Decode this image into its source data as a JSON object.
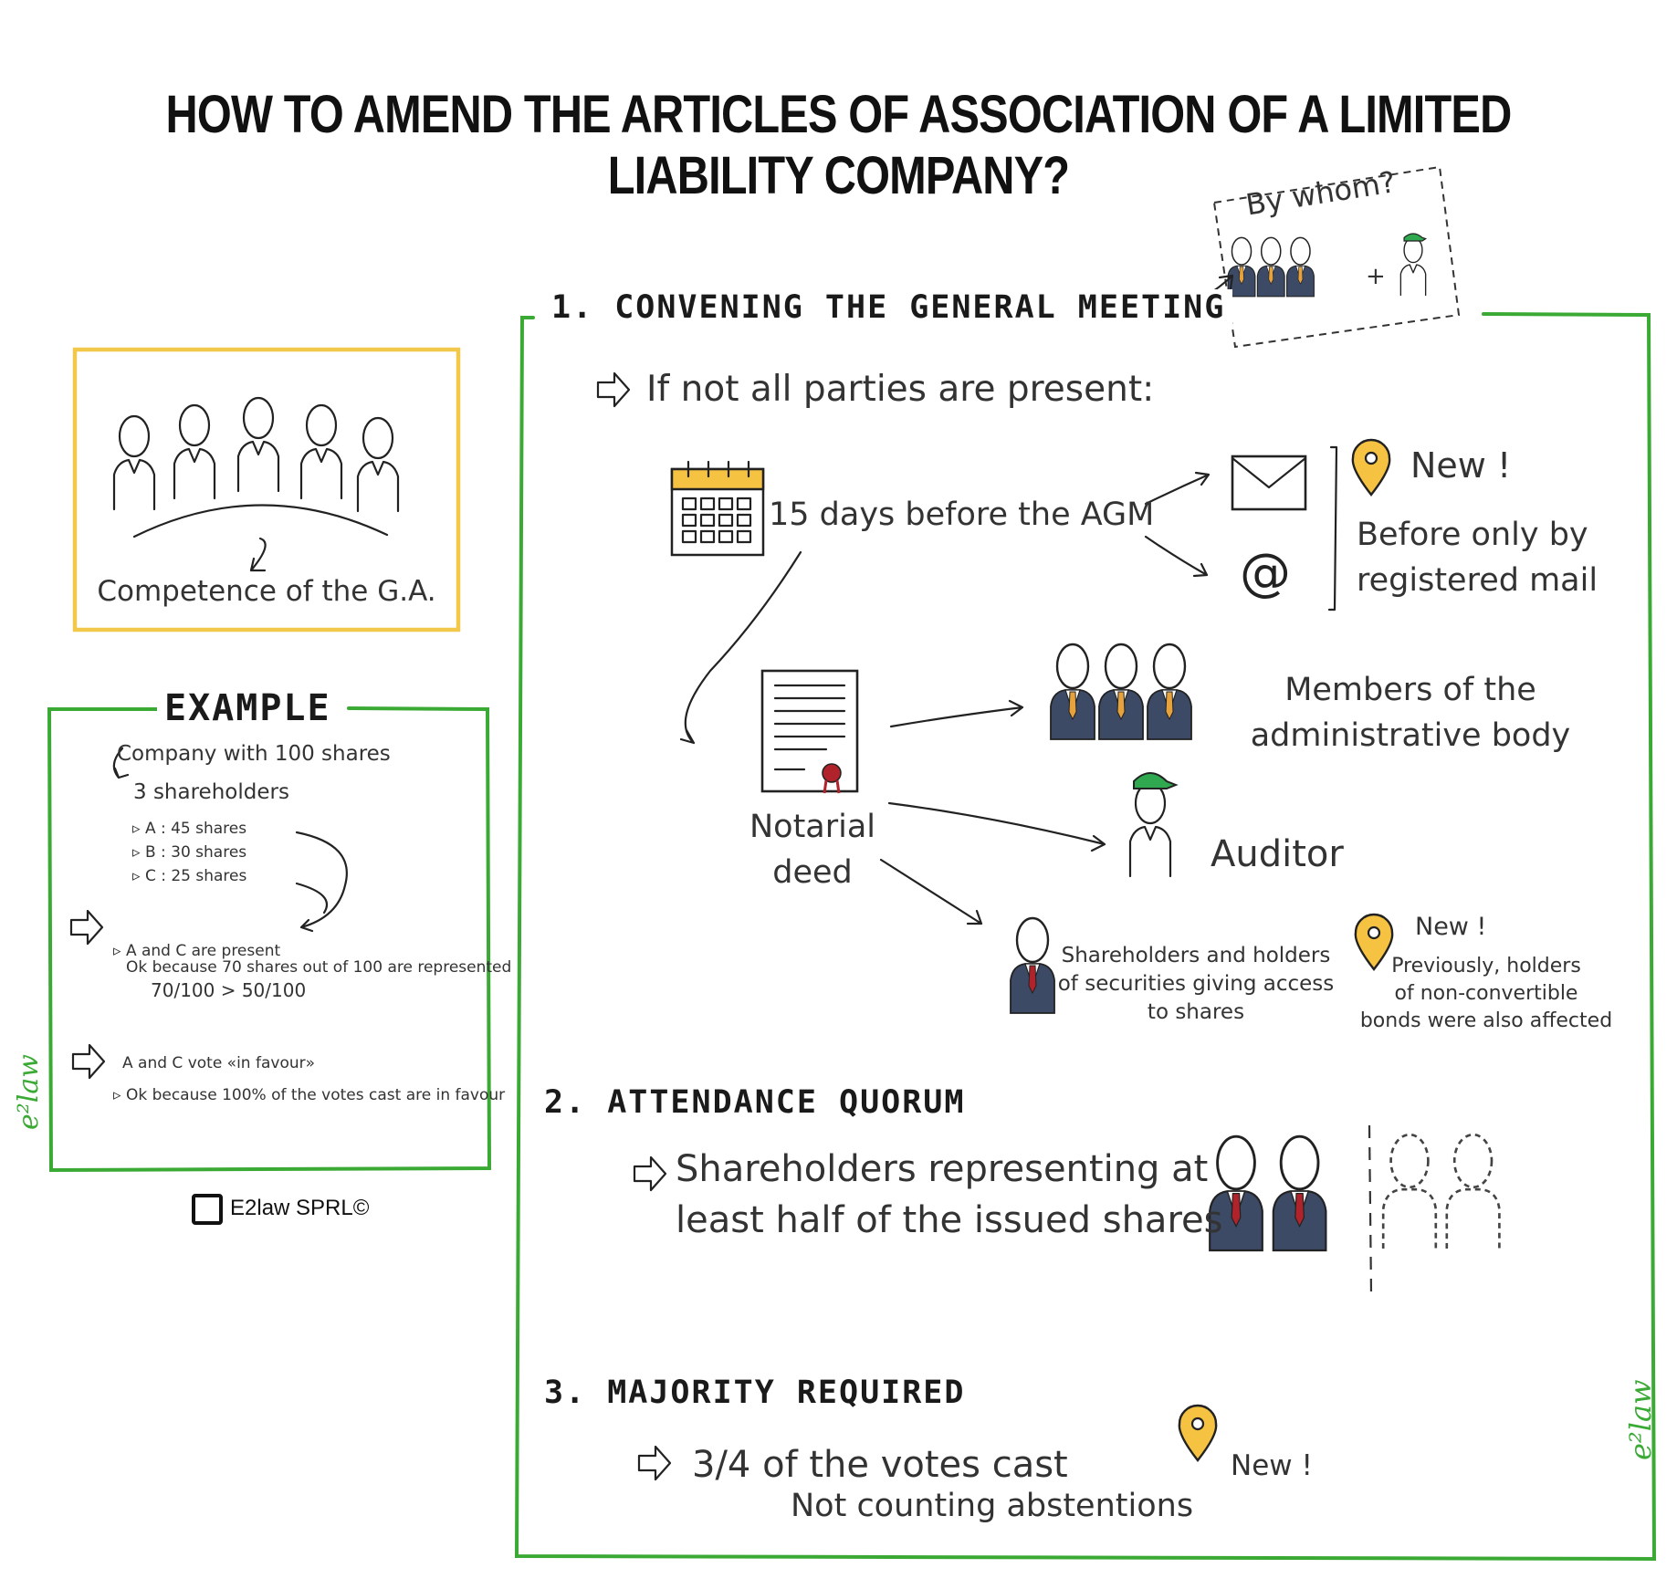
{
  "title": "HOW TO AMEND THE ARTICLES OF ASSOCIATION OF A LIMITED LIABILITY COMPANY?",
  "colors": {
    "frame_green": "#3aaa35",
    "competence_yellow": "#f2c84b",
    "pin_yellow": "#f5c242",
    "suit_navy": "#3d4a66",
    "tie_red": "#b0232a",
    "tie_orange": "#e6a23c",
    "cap_green": "#2fa84f"
  },
  "competence": {
    "label": "Competence of the G.A."
  },
  "example": {
    "heading": "EXAMPLE",
    "company": "Company with 100 shares",
    "shareholders": "3 shareholders",
    "items": [
      "A : 45 shares",
      "B : 30 shares",
      "C : 25 shares"
    ],
    "presence_line1": "A and C are present",
    "presence_line2": "Ok because 70 shares out of 100 are represented",
    "ratio": "70/100  >  50/100",
    "vote_line": "A and C vote «in favour»",
    "vote_ok": "Ok because 100% of the votes cast are in favour",
    "side_logo": "e²law"
  },
  "copyright": "E2law SPRL©",
  "section1": {
    "heading": "1. CONVENING THE GENERAL MEETING",
    "by_whom": "By whom?",
    "plus": "+",
    "condition": "If not all parties are present:",
    "timing": "15 days before the AGM",
    "new_label": "New !",
    "new_note_line1": "Before only by",
    "new_note_line2": "registered mail",
    "deed_line1": "Notarial",
    "deed_line2": "deed",
    "members_line1": "Members of the",
    "members_line2": "administrative body",
    "auditor": "Auditor",
    "holders_line1": "Shareholders and holders",
    "holders_line2": "of securities giving access",
    "holders_line3": "to shares",
    "new2_label": "New !",
    "prev_line1": "Previously, holders",
    "prev_line2": "of non-convertible",
    "prev_line3": "bonds were also affected"
  },
  "section2": {
    "heading": "2. ATTENDANCE QUORUM",
    "line1": "Shareholders representing at",
    "line2": "least half of the issued shares"
  },
  "section3": {
    "heading": "3. MAJORITY REQUIRED",
    "line1": "3/4 of the votes cast",
    "line2": "Not counting abstentions",
    "new_label": "New !",
    "side_logo": "e²law"
  }
}
